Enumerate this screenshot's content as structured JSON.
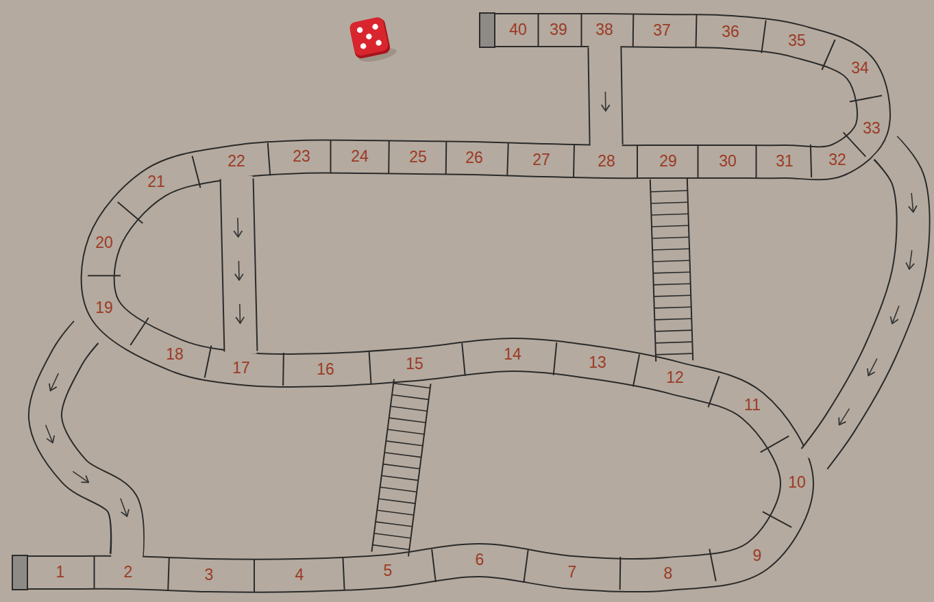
{
  "diagram": {
    "nodes": [
      {
        "text": [
          "1"
        ]
      },
      {
        "text": [
          "2"
        ]
      },
      {
        "text": [
          "3"
        ]
      },
      {
        "text": [
          "4"
        ]
      },
      {
        "text": [
          "5"
        ]
      },
      {
        "text": [
          "6"
        ]
      },
      {
        "text": [
          "7"
        ]
      },
      {
        "text": [
          "8"
        ]
      },
      {
        "text": [
          "9"
        ]
      },
      {
        "text": [
          "10"
        ]
      },
      {
        "text": [
          "11"
        ]
      },
      {
        "text": [
          "12"
        ]
      },
      {
        "text": [
          "13"
        ]
      },
      {
        "text": [
          "14"
        ]
      },
      {
        "text": [
          "15"
        ]
      },
      {
        "text": [
          "16"
        ]
      },
      {
        "text": [
          "17"
        ]
      },
      {
        "text": [
          "18"
        ]
      },
      {
        "text": [
          "19"
        ]
      },
      {
        "text": [
          "20"
        ]
      },
      {
        "text": [
          "21"
        ]
      },
      {
        "text": [
          "22"
        ]
      },
      {
        "text": [
          "23"
        ]
      },
      {
        "text": [
          "24"
        ]
      },
      {
        "text": [
          "25"
        ]
      },
      {
        "text": [
          "26"
        ]
      },
      {
        "text": [
          "27"
        ]
      },
      {
        "text": [
          "28"
        ]
      },
      {
        "text": [
          "29"
        ]
      },
      {
        "text": [
          "30"
        ]
      },
      {
        "text": [
          "31"
        ]
      },
      {
        "text": [
          "32"
        ]
      },
      {
        "text": [
          "33"
        ]
      },
      {
        "text": [
          "34"
        ]
      },
      {
        "text": [
          "35"
        ]
      },
      {
        "text": [
          "36"
        ]
      },
      {
        "text": [
          "37"
        ]
      },
      {
        "text": [
          "38"
        ]
      },
      {
        "text": [
          "39"
        ]
      },
      {
        "text": [
          "40"
        ]
      }
    ],
    "edges": [
      {
        "from": 4,
        "to": 14,
        "arrow": "none"
      },
      {
        "from": 11,
        "to": 28,
        "arrow": "none"
      },
      {
        "from": 21,
        "to": 16,
        "arrow": "to"
      },
      {
        "from": 37,
        "to": 27,
        "arrow": "to"
      },
      {
        "from": 32,
        "to": 9,
        "arrow": "to"
      },
      {
        "from": 18,
        "to": 1,
        "arrow": "to"
      }
    ]
  }
}
